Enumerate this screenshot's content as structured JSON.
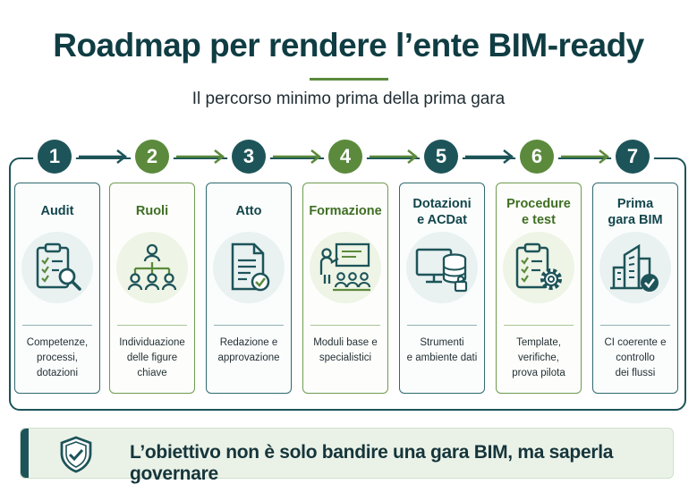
{
  "title": "Roadmap per rendere l’ente BIM-ready",
  "subtitle": "Il percorso minimo prima della prima gara",
  "steps": [
    {
      "number": "1",
      "title": "Audit",
      "description": "Competenze, processi, dotazioni",
      "desc_lines": [
        "Competenze,",
        "processi,",
        "dotazioni"
      ],
      "icon": "clipboard-search-icon",
      "color": "#1d5459"
    },
    {
      "number": "2",
      "title": "Ruoli",
      "description": "Individuazione delle figure chiave",
      "desc_lines": [
        "Individuazione",
        "delle figure",
        "chiave"
      ],
      "icon": "org-chart-icon",
      "color": "#5b8a3c"
    },
    {
      "number": "3",
      "title": "Atto",
      "description": "Redazione e approvazione",
      "desc_lines": [
        "Redazione e",
        "approvazione"
      ],
      "icon": "document-check-icon",
      "color": "#1d5459"
    },
    {
      "number": "4",
      "title": "Formazione",
      "description": "Moduli base e specialistici",
      "desc_lines": [
        "Moduli base e",
        "specialistici"
      ],
      "icon": "classroom-icon",
      "color": "#5b8a3c"
    },
    {
      "number": "5",
      "title": "Dotazioni e ACDat",
      "title_lines": [
        "Dotazioni",
        "e ACDat"
      ],
      "description": "Strumenti e ambiente dati",
      "desc_lines": [
        "Strumenti",
        "e ambiente dati"
      ],
      "icon": "monitor-database-icon",
      "color": "#1d5459"
    },
    {
      "number": "6",
      "title": "Procedure e test",
      "title_lines": [
        "Procedure",
        "e test"
      ],
      "description": "Template, verifiche, prova pilota",
      "desc_lines": [
        "Template,",
        "verifiche,",
        "prova pilota"
      ],
      "icon": "checklist-gear-icon",
      "color": "#5b8a3c"
    },
    {
      "number": "7",
      "title": "Prima gara BIM",
      "title_lines": [
        "Prima",
        "gara BIM"
      ],
      "description": "CI coerente e controllo dei flussi",
      "desc_lines": [
        "CI coerente e",
        "controllo",
        "dei flussi"
      ],
      "icon": "building-check-icon",
      "color": "#1d5459"
    }
  ],
  "footer": {
    "text": "L’obiettivo non è solo bandire una gara BIM, ma saperla governare",
    "icon": "shield-check-icon"
  }
}
